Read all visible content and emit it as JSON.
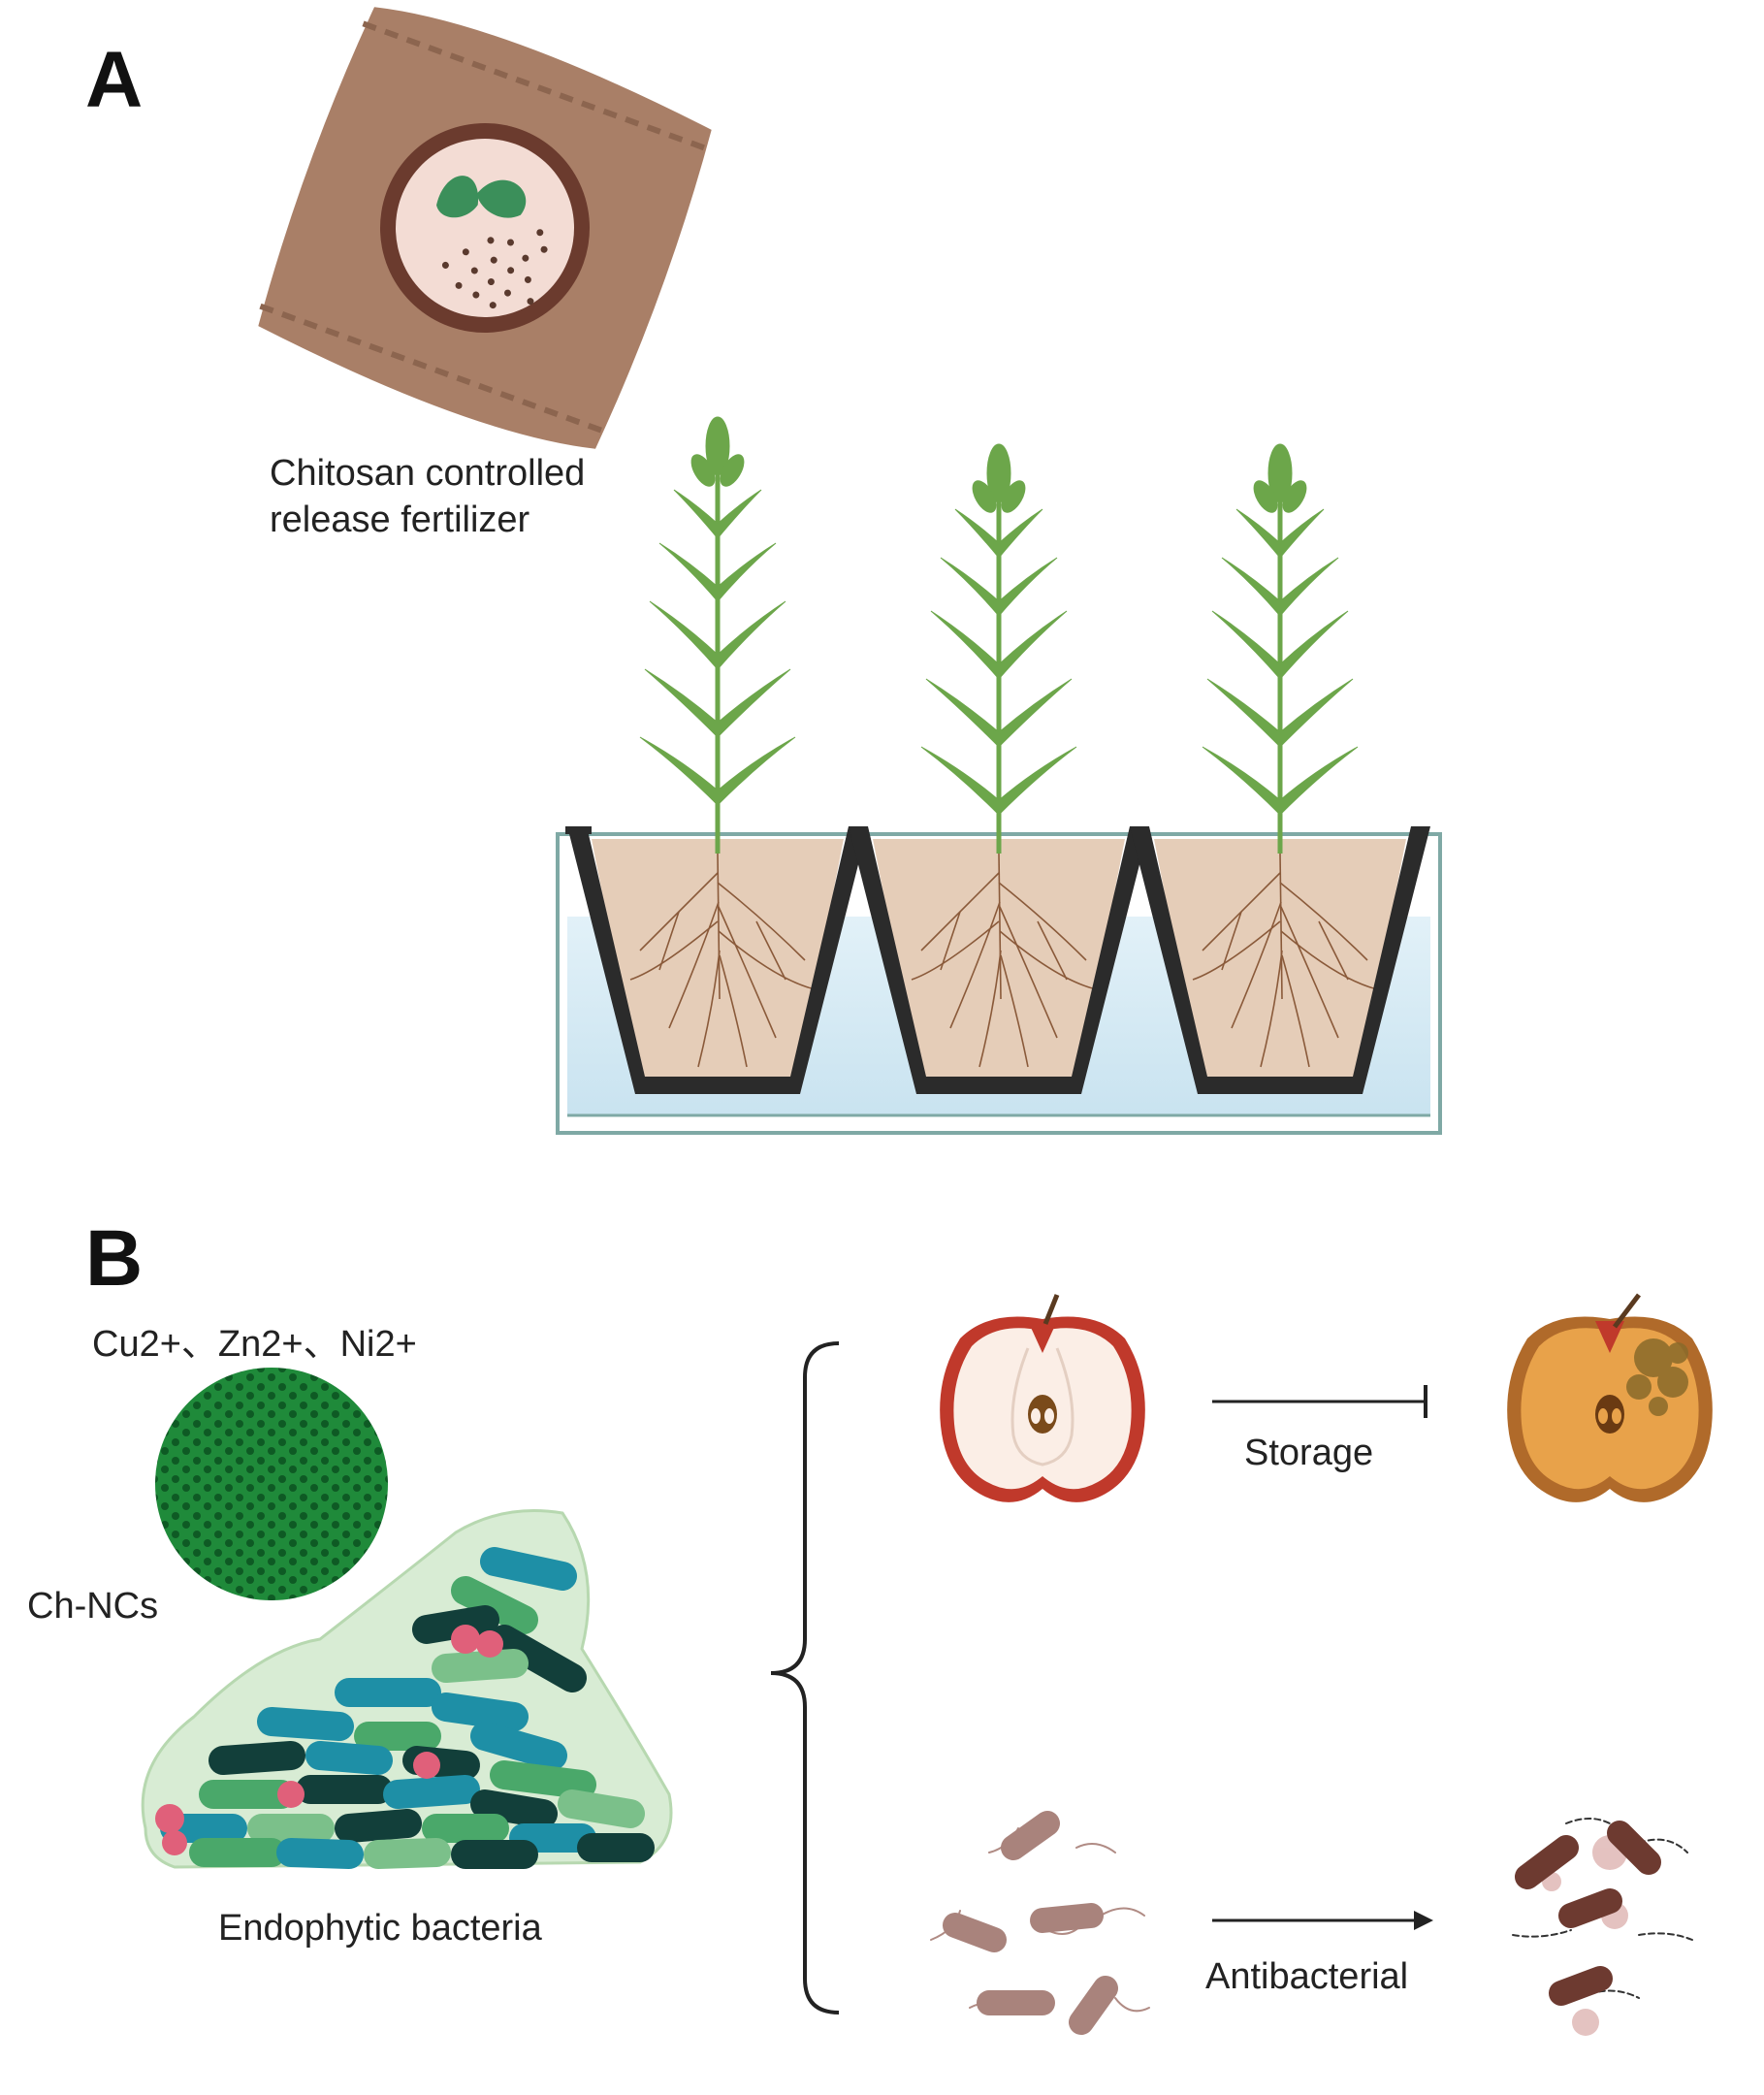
{
  "panel_a": {
    "letter": "A",
    "fertilizer_label_line1": "Chitosan controlled",
    "fertilizer_label_line2": "release fertilizer"
  },
  "panel_b": {
    "letter": "B",
    "ions_label": "Cu2+、Zn2+、Ni2+",
    "nanoparticle_label": "Ch-NCs",
    "bacteria_label": "Endophytic bacteria",
    "storage_label": "Storage",
    "antibacterial_label": "Antibacterial"
  },
  "colors": {
    "bag": "#a97f67",
    "soil": "#e5cdb8",
    "root": "#8a5a3a",
    "leaf": "#6ca64a",
    "water": "#d7ecf7",
    "tray_border": "#7fa9a5",
    "nanoparticle": "#1f8a3a",
    "apple_red": "#c0392b",
    "apple_flesh": "#fbeee6",
    "bacteria_brown": "#6d3a30"
  }
}
